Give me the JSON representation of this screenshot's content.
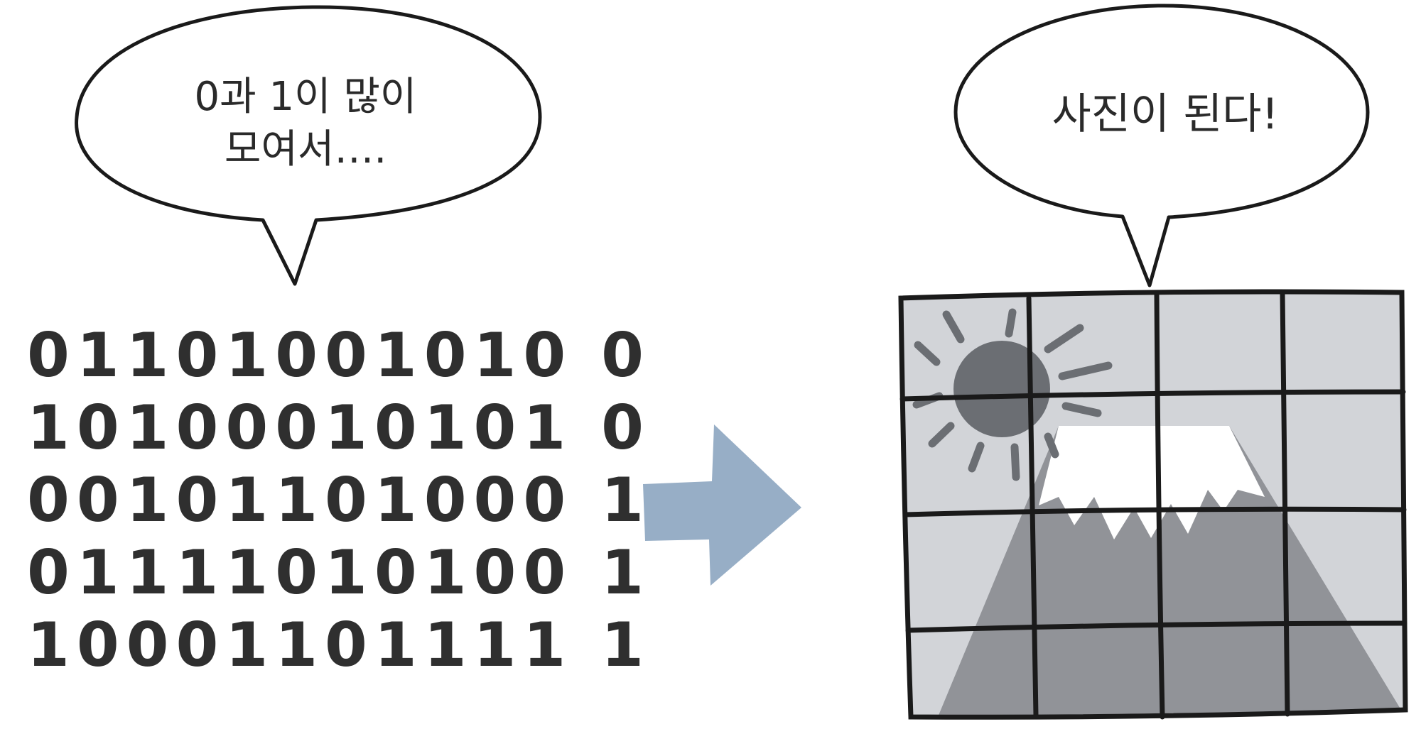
{
  "left_bubble": {
    "line1": "0과 1이 많이",
    "line2": "모여서….",
    "fill": "#ffffff",
    "stroke": "#1a1a1a"
  },
  "right_bubble": {
    "text": "사진이 된다!",
    "fill": "#ffffff",
    "stroke": "#1a1a1a"
  },
  "binary_rows": [
    "01101001010 0",
    "10100010101 0",
    "00101101000 1",
    "01111010100 1",
    "10001101111 1"
  ],
  "arrow": {
    "icon": "right-arrow-icon",
    "color": "#97aec6"
  },
  "picture": {
    "grid_rows": 4,
    "grid_cols": 4,
    "colors": {
      "background": "#d2d4d8",
      "sun": "#6b6e73",
      "mountain": "#919398",
      "snow": "#ffffff",
      "grid": "#1a1a1a"
    }
  }
}
